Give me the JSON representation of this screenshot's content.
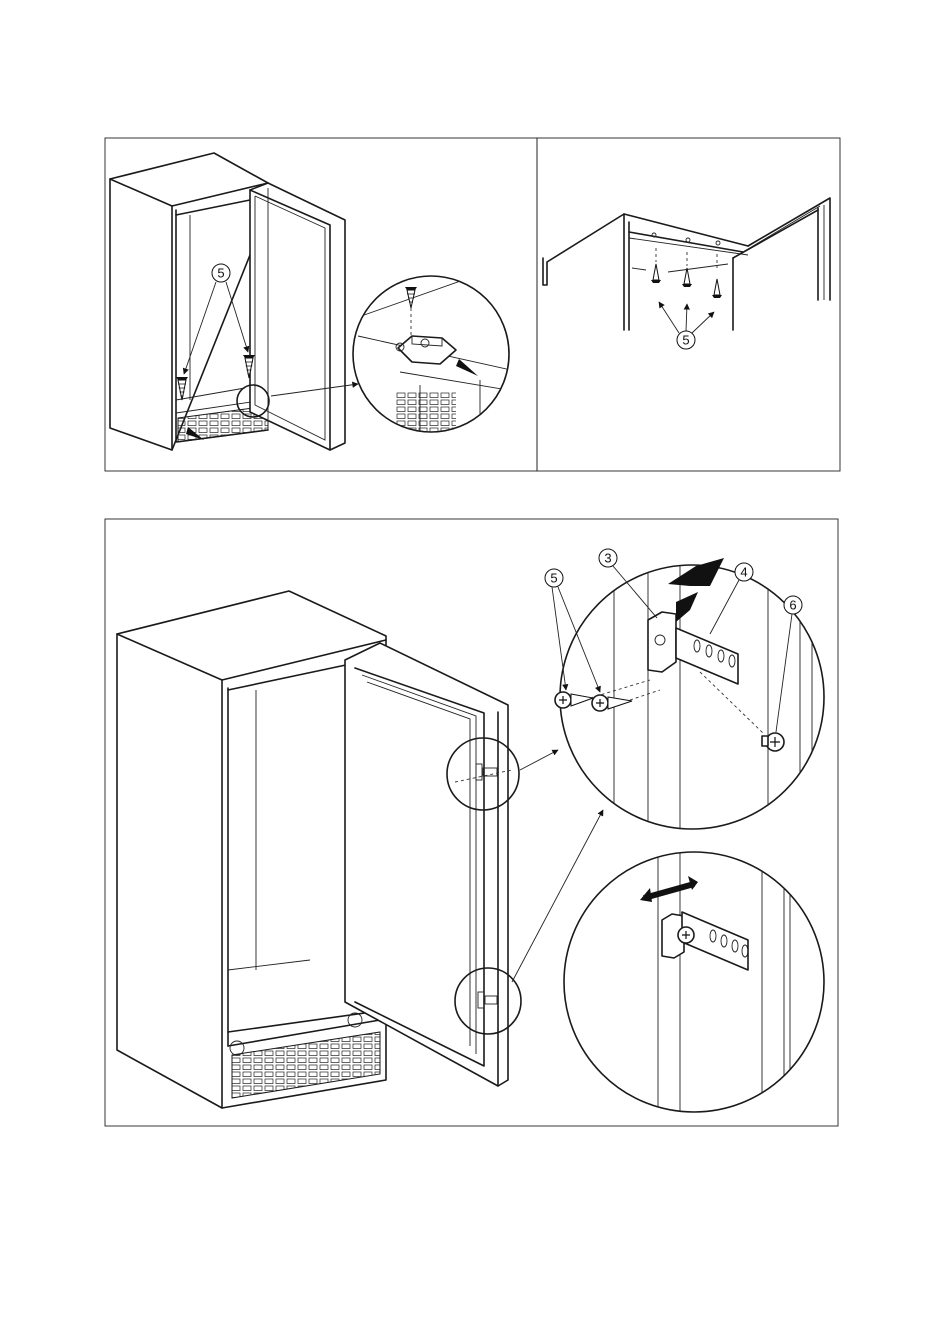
{
  "callouts": {
    "screw": "5",
    "bracket": "3",
    "slide_plate": "4",
    "cap_screw": "6"
  }
}
